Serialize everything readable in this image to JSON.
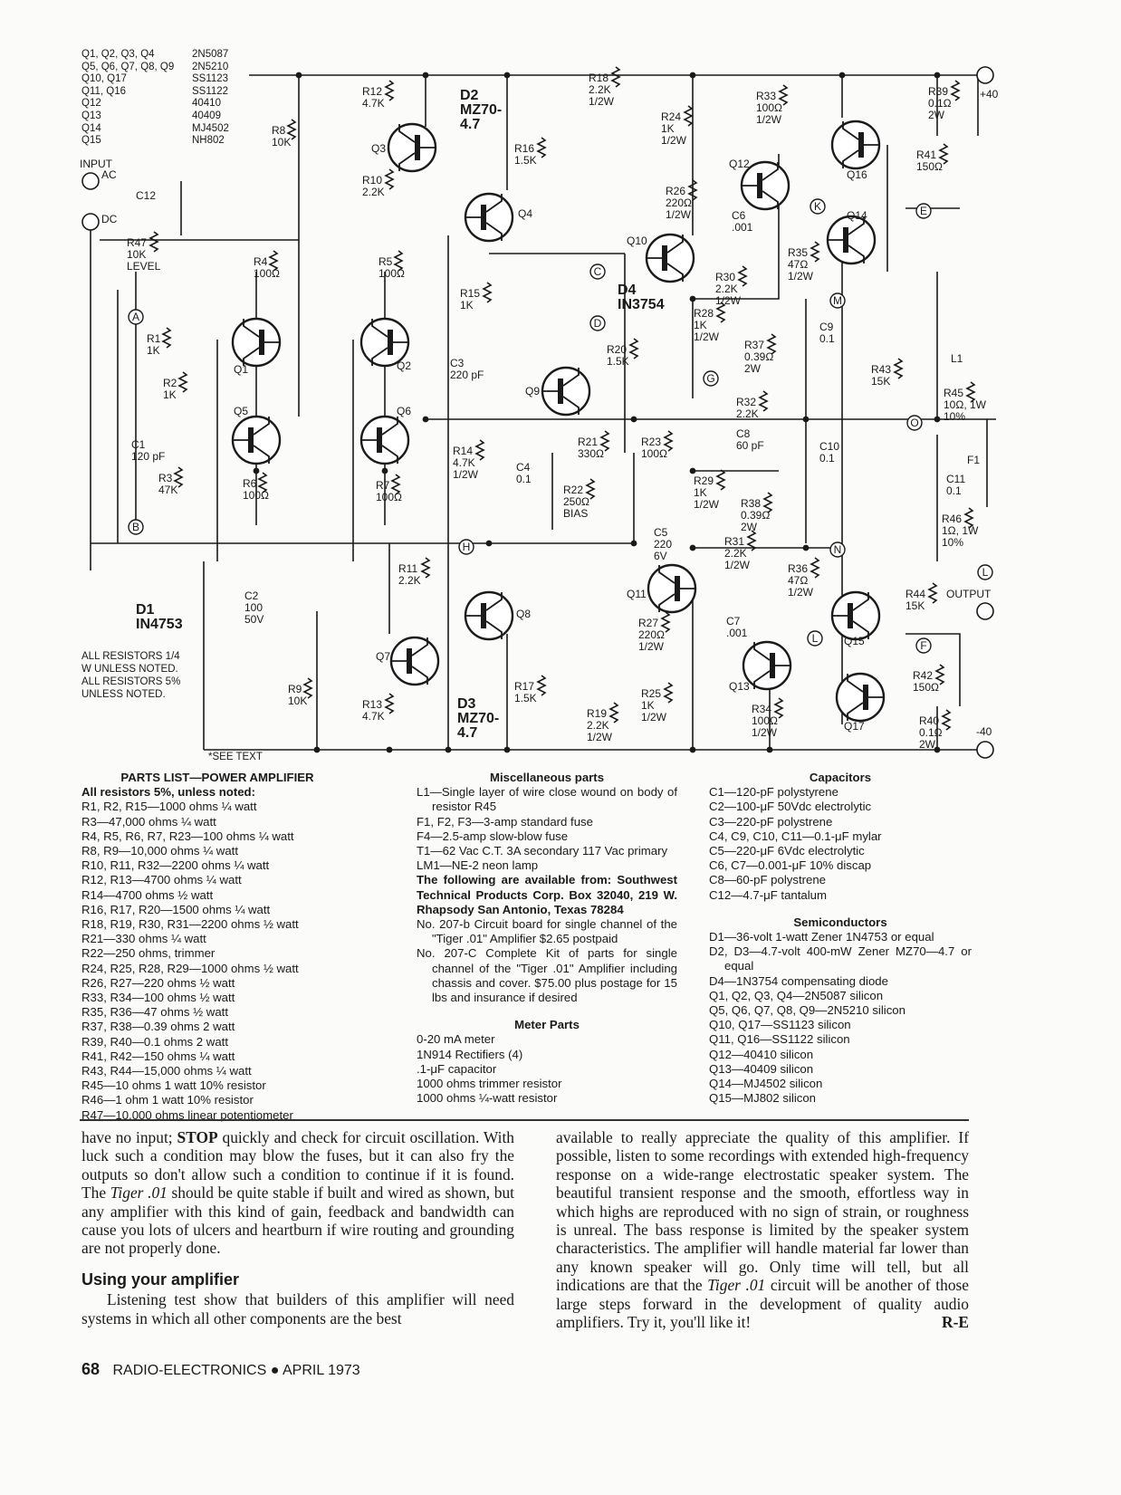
{
  "transistor_table": [
    [
      "Q1, Q2, Q3, Q4",
      "2N5087"
    ],
    [
      "Q5, Q6, Q7, Q8, Q9",
      "2N5210"
    ],
    [
      "Q10, Q17",
      "SS1123"
    ],
    [
      "Q11, Q16",
      "SS1122"
    ],
    [
      "Q12",
      "40410"
    ],
    [
      "Q13",
      "40409"
    ],
    [
      "Q14",
      "MJ4502"
    ],
    [
      "Q15",
      "NH802"
    ]
  ],
  "schematic": {
    "transistors": [
      "Q3",
      "Q4",
      "Q1",
      "Q2",
      "Q5",
      "Q6",
      "Q9",
      "Q10",
      "Q12",
      "Q16",
      "Q14",
      "Q11",
      "Q8",
      "Q7",
      "Q13",
      "Q15",
      "Q17"
    ],
    "labels": [
      [
        "R12",
        "4.7K"
      ],
      [
        "D2",
        "MZ70-",
        "4.7"
      ],
      [
        "R18",
        "2.2K",
        "1/2W"
      ],
      [
        "R33",
        "100Ω",
        "1/2W"
      ],
      [
        "R39",
        "0.1Ω",
        "2W"
      ],
      [
        "+40"
      ],
      [
        "R8",
        "10K"
      ],
      [
        "R16",
        "1.5K"
      ],
      [
        "R24",
        "1K",
        "1/2W"
      ],
      [
        "R41",
        "150Ω"
      ],
      [
        "R10",
        "2.2K"
      ],
      [
        "R26",
        "220Ω",
        "1/2W"
      ],
      [
        "C6",
        ".001"
      ],
      [
        "R47",
        "10K",
        "LEVEL"
      ],
      [
        "R4",
        "100Ω"
      ],
      [
        "R5",
        "100Ω"
      ],
      [
        "R35",
        "47Ω",
        "1/2W"
      ],
      [
        "R30",
        "2.2K",
        "1/2W"
      ],
      [
        "R15",
        "1K"
      ],
      [
        "D4",
        "IN3754"
      ],
      [
        "R28",
        "1K",
        "1/2W"
      ],
      [
        "C9",
        "0.1"
      ],
      [
        "R1",
        "1K"
      ],
      [
        "R20",
        "1.5K"
      ],
      [
        "R37",
        "0.39Ω",
        "2W"
      ],
      [
        "C3",
        "220 pF"
      ],
      [
        "R2",
        "1K"
      ],
      [
        "R32",
        "2.2K"
      ],
      [
        "R43",
        "15K"
      ],
      [
        "L1"
      ],
      [
        "R45",
        "10Ω, 1W",
        "10%"
      ],
      [
        "C1",
        "120 pF"
      ],
      [
        "C8",
        "60 pF"
      ],
      [
        "C10",
        "0.1"
      ],
      [
        "R14",
        "4.7K",
        "1/2W"
      ],
      [
        "R21",
        "330Ω"
      ],
      [
        "R23",
        "100Ω"
      ],
      [
        "C4",
        "0.1"
      ],
      [
        "R3",
        "47K"
      ],
      [
        "R6",
        "100Ω"
      ],
      [
        "R7",
        "100Ω"
      ],
      [
        "R22",
        "250Ω",
        "BIAS"
      ],
      [
        "R29",
        "1K",
        "1/2W"
      ],
      [
        "R38",
        "0.39Ω",
        "2W"
      ],
      [
        "F1"
      ],
      [
        "C11",
        "0.1"
      ],
      [
        "C5",
        "220",
        "6V"
      ],
      [
        "R46",
        "1Ω, 1W",
        "10%"
      ],
      [
        "R31",
        "2.2K",
        "1/2W"
      ],
      [
        "R11",
        "2.2K"
      ],
      [
        "R36",
        "47Ω",
        "1/2W"
      ],
      [
        "R44",
        "15K"
      ],
      [
        "OUTPUT"
      ],
      [
        "C2",
        "100",
        "50V"
      ],
      [
        "D1",
        "IN4753"
      ],
      [
        "C7",
        ".001"
      ],
      [
        "R27",
        "220Ω",
        "1/2W"
      ],
      [
        "R17",
        "1.5K"
      ],
      [
        "R42",
        "150Ω"
      ],
      [
        "R25",
        "1K",
        "1/2W"
      ],
      [
        "R9",
        "10K"
      ],
      [
        "R13",
        "4.7K"
      ],
      [
        "D3",
        "MZ70-",
        "4.7"
      ],
      [
        "R19",
        "2.2K",
        "1/2W"
      ],
      [
        "R34",
        "100Ω",
        "1/2W"
      ],
      [
        "R40",
        "0.1Ω",
        "2W"
      ],
      [
        "-40"
      ],
      [
        "INPUT"
      ],
      [
        "AC"
      ],
      [
        "DC"
      ],
      [
        "C12"
      ]
    ],
    "nodes": [
      "A",
      "B",
      "C",
      "D",
      "E",
      "G",
      "H",
      "K",
      "M",
      "N",
      "O",
      "L",
      "F",
      "L"
    ]
  },
  "notes": "ALL RESISTORS 1/4 W UNLESS NOTED. ALL RESISTORS 5% UNLESS NOTED.",
  "see_text": "*SEE TEXT",
  "parts_list": {
    "title": "PARTS LIST—POWER AMPLIFIER",
    "subtitle": "All resistors 5%, unless noted:",
    "items": [
      "R1, R2, R15—1000 ohms ¼ watt",
      "R3—47,000 ohms ¼ watt",
      "R4, R5, R6, R7, R23—100 ohms ¼ watt",
      "R8, R9—10,000 ohms ¼ watt",
      "R10, R11, R32—2200 ohms ¼ watt",
      "R12, R13—4700 ohms ¼ watt",
      "R14—4700 ohms ½ watt",
      "R16, R17, R20—1500 ohms ¼ watt",
      "R18, R19, R30, R31—2200 ohms ½ watt",
      "R21—330 ohms ¼ watt",
      "R22—250 ohms, trimmer",
      "R24, R25, R28, R29—1000 ohms ½ watt",
      "R26, R27—220 ohms ½ watt",
      "R33, R34—100 ohms ½ watt",
      "R35, R36—47 ohms ½ watt",
      "R37, R38—0.39 ohms 2 watt",
      "R39, R40—0.1 ohms 2 watt",
      "R41, R42—150 ohms ¼ watt",
      "R43, R44—15,000 ohms ¼ watt",
      "R45—10 ohms 1 watt 10% resistor",
      "R46—1 ohm 1 watt 10% resistor",
      "R47—10,000 ohms linear potentiometer"
    ]
  },
  "misc_parts": {
    "title": "Miscellaneous parts",
    "items": [
      "L1—Single layer of wire close wound on body of resistor R45",
      "F1, F2, F3—3-amp standard fuse",
      "F4—2.5-amp slow-blow fuse",
      "T1—62 Vac C.T. 3A secondary 117 Vac primary",
      "LM1—NE-2 neon lamp"
    ],
    "supplier": "The following are available from: Southwest Technical Products Corp. Box 32040, 219 W. Rhapsody San Antonio, Texas 78284",
    "kits": [
      "No. 207-b Circuit board for single channel of the \"Tiger .01\" Amplifier $2.65 postpaid",
      "No. 207-C Complete Kit of parts for single channel of the \"Tiger .01\" Amplifier including chassis and cover. $75.00 plus postage for 15 lbs and insurance if desired"
    ]
  },
  "meter_parts": {
    "title": "Meter Parts",
    "items": [
      "0-20 mA meter",
      "1N914 Rectifiers (4)",
      ".1-μF capacitor",
      "1000 ohms trimmer resistor",
      "1000 ohms ¼-watt resistor"
    ]
  },
  "capacitors": {
    "title": "Capacitors",
    "items": [
      "C1—120-pF polystyrene",
      "C2—100-μF 50Vdc electrolytic",
      "C3—220-pF polystrene",
      "C4, C9, C10, C11—0.1-μF mylar",
      "C5—220-μF 6Vdc electrolytic",
      "C6, C7—0.001-μF 10% discap",
      "C8—60-pF polystrene",
      "C12—4.7-μF tantalum"
    ]
  },
  "semiconductors": {
    "title": "Semiconductors",
    "items": [
      "D1—36-volt 1-watt Zener 1N4753 or equal",
      "D2, D3—4.7-volt 400-mW Zener MZ70—4.7 or equal",
      "D4—1N3754 compensating diode",
      "Q1, Q2, Q3, Q4—2N5087 silicon",
      "Q5, Q6, Q7, Q8, Q9—2N5210 silicon",
      "Q10, Q17—SS1123 silicon",
      "Q11, Q16—SS1122 silicon",
      "Q12—40410 silicon",
      "Q13—40409 silicon",
      "Q14—MJ4502 silicon",
      "Q15—MJ802 silicon"
    ]
  },
  "article": {
    "p1_a": "have no input; ",
    "p1_stop": "STOP",
    "p1_b": " quickly and check for circuit oscillation. With luck such a condition may blow the fuses, but it can also fry the outputs so don't allow such a condition to continue if it is found. The ",
    "p1_tiger": "Tiger .01",
    "p1_c": " should be quite stable if built and wired as shown, but any amplifier with this kind of gain, feedback and bandwidth can cause you lots of ulcers and heartburn if wire routing and grounding are not properly done.",
    "heading": "Using your amplifier",
    "p2": "Listening test show that builders of this amplifier will need systems in which all other components are the best",
    "p3_a": "available to really appreciate the quality of this amplifier. If possible, listen to some recordings with extended high-frequency response on a wide-range electrostatic speaker system. The beautiful transient response and the smooth, effortless way in which highs are reproduced with no sign of strain, or roughness is unreal. The bass response is limited by the speaker system characteristics. The amplifier will handle material far lower than any known speaker will go. Only time will tell, but all indications are that the ",
    "p3_tiger": "Tiger .01",
    "p3_b": " circuit will be another of those large steps forward in the development of quality audio amplifiers. Try it, you'll like it!",
    "signature": "R-E"
  },
  "footer": {
    "page": "68",
    "magazine": "RADIO-ELECTRONICS",
    "bullet": "●",
    "date": "APRIL 1973"
  }
}
